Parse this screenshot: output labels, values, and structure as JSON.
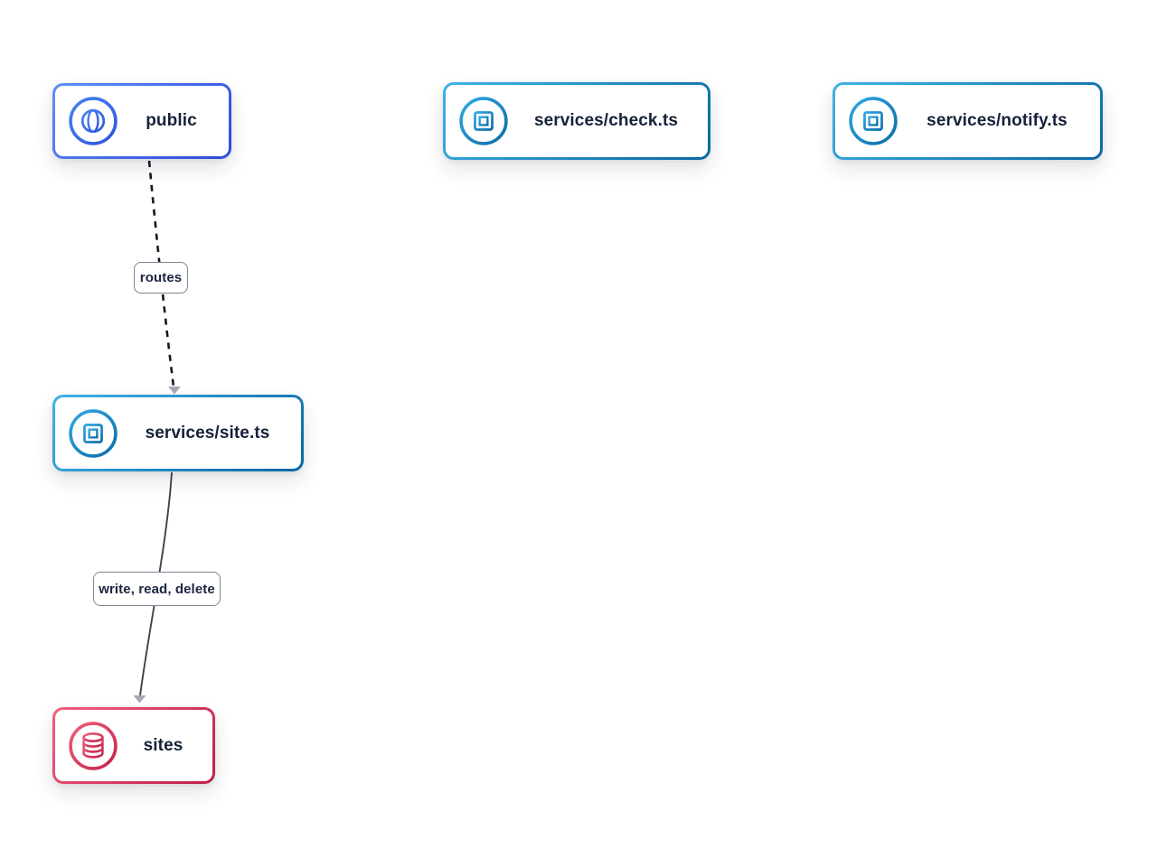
{
  "diagram": {
    "type": "service-architecture-flow",
    "nodes": [
      {
        "id": "public",
        "label": "public",
        "kind": "api-gateway",
        "icon": "globe-icon",
        "accent_from": "#5f8ef6",
        "accent_to": "#2a4bdb"
      },
      {
        "id": "check",
        "label": "services/check.ts",
        "kind": "service",
        "icon": "cpu-chip-icon",
        "accent_from": "#41b2e8",
        "accent_to": "#0a67a3"
      },
      {
        "id": "notify",
        "label": "services/notify.ts",
        "kind": "service",
        "icon": "cpu-chip-icon",
        "accent_from": "#41b2e8",
        "accent_to": "#0a67a3"
      },
      {
        "id": "site",
        "label": "services/site.ts",
        "kind": "service",
        "icon": "cpu-chip-icon",
        "accent_from": "#41b2e8",
        "accent_to": "#0a67a3"
      },
      {
        "id": "sites",
        "label": "sites",
        "kind": "database",
        "icon": "database-icon",
        "accent_from": "#f2617f",
        "accent_to": "#bf1e44"
      }
    ],
    "edges": [
      {
        "from": "public",
        "to": "site",
        "label": "routes",
        "style": "dashed",
        "color": "#15181d"
      },
      {
        "from": "site",
        "to": "sites",
        "label": "write, read, delete",
        "style": "solid",
        "color": "#3c434d"
      }
    ],
    "colors": {
      "background": "#ffffff",
      "node_label_text": "#16213a",
      "edge_label_border": "#7d8694",
      "arrowhead": "#a6abb3"
    }
  }
}
